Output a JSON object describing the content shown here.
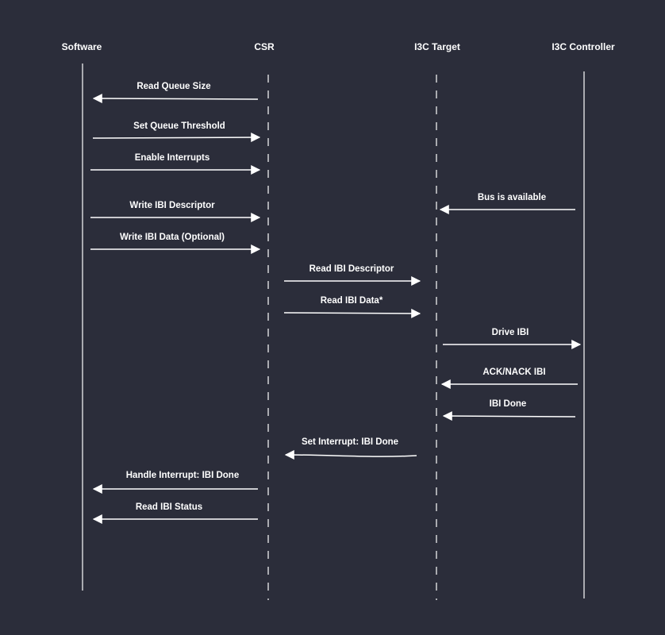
{
  "colors": {
    "background": "#2b2d3a",
    "foreground": "#ffffff"
  },
  "participants": [
    {
      "id": "software",
      "label": "Software",
      "line": "solid"
    },
    {
      "id": "csr",
      "label": "CSR",
      "line": "dashed"
    },
    {
      "id": "target",
      "label": "I3C Target",
      "line": "dashed"
    },
    {
      "id": "controller",
      "label": "I3C Controller",
      "line": "solid"
    }
  ],
  "messages": [
    {
      "label": "Read Queue Size",
      "from": "csr",
      "to": "software"
    },
    {
      "label": "Set Queue Threshold",
      "from": "software",
      "to": "csr"
    },
    {
      "label": "Enable Interrupts",
      "from": "software",
      "to": "csr"
    },
    {
      "label": "Write IBI Descriptor",
      "from": "software",
      "to": "csr"
    },
    {
      "label": "Bus is available",
      "from": "controller",
      "to": "target"
    },
    {
      "label": "Write IBI Data (Optional)",
      "from": "software",
      "to": "csr"
    },
    {
      "label": "Read IBI Descriptor",
      "from": "csr",
      "to": "target"
    },
    {
      "label": "Read IBI Data*",
      "from": "csr",
      "to": "target"
    },
    {
      "label": "Drive IBI",
      "from": "target",
      "to": "controller"
    },
    {
      "label": "ACK/NACK IBI",
      "from": "controller",
      "to": "target"
    },
    {
      "label": "IBI Done",
      "from": "controller",
      "to": "target"
    },
    {
      "label": "Set Interrupt: IBI Done",
      "from": "target",
      "to": "csr"
    },
    {
      "label": "Handle Interrupt: IBI Done",
      "from": "csr",
      "to": "software"
    },
    {
      "label": "Read IBI Status",
      "from": "csr",
      "to": "software"
    }
  ]
}
